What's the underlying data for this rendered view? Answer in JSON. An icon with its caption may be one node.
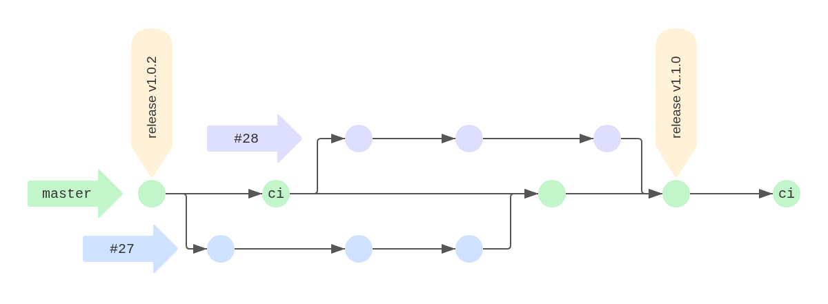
{
  "diagram": {
    "nodes": [
      {
        "text": [
          "master"
        ]
      },
      {
        "text": [
          "release v1.0.2"
        ]
      },
      {
        "text": [],
        "shape": "circle"
      },
      {
        "text": [
          "ci"
        ]
      },
      {
        "text": [
          "#28"
        ]
      },
      {
        "text": [],
        "shape": "circle"
      },
      {
        "text": [],
        "shape": "circle"
      },
      {
        "text": [],
        "shape": "circle"
      },
      {
        "text": [],
        "shape": "circle"
      },
      {
        "text": [
          "release v1.1.0"
        ]
      },
      {
        "text": [],
        "shape": "circle"
      },
      {
        "text": [
          "ci"
        ]
      },
      {
        "text": [
          "#27"
        ]
      },
      {
        "text": [],
        "shape": "circle"
      },
      {
        "text": [],
        "shape": "circle"
      },
      {
        "text": [],
        "shape": "circle"
      }
    ],
    "edges": [
      {
        "from": 2,
        "to": 3,
        "arrow": "to"
      },
      {
        "from": 2,
        "to": 13,
        "arrow": "to"
      },
      {
        "from": 3,
        "to": 5,
        "arrow": "to"
      },
      {
        "from": 3,
        "to": 8,
        "arrow": "to"
      },
      {
        "from": 5,
        "to": 6,
        "arrow": "to"
      },
      {
        "from": 6,
        "to": 7,
        "arrow": "to"
      },
      {
        "from": 7,
        "to": 10,
        "arrow": "to"
      },
      {
        "from": 8,
        "to": 10,
        "arrow": "to"
      },
      {
        "from": 10,
        "to": 11,
        "arrow": "to"
      },
      {
        "from": 13,
        "to": 14,
        "arrow": "to"
      },
      {
        "from": 14,
        "to": 15,
        "arrow": "to"
      },
      {
        "from": 15,
        "to": 8,
        "arrow": "to"
      }
    ]
  }
}
